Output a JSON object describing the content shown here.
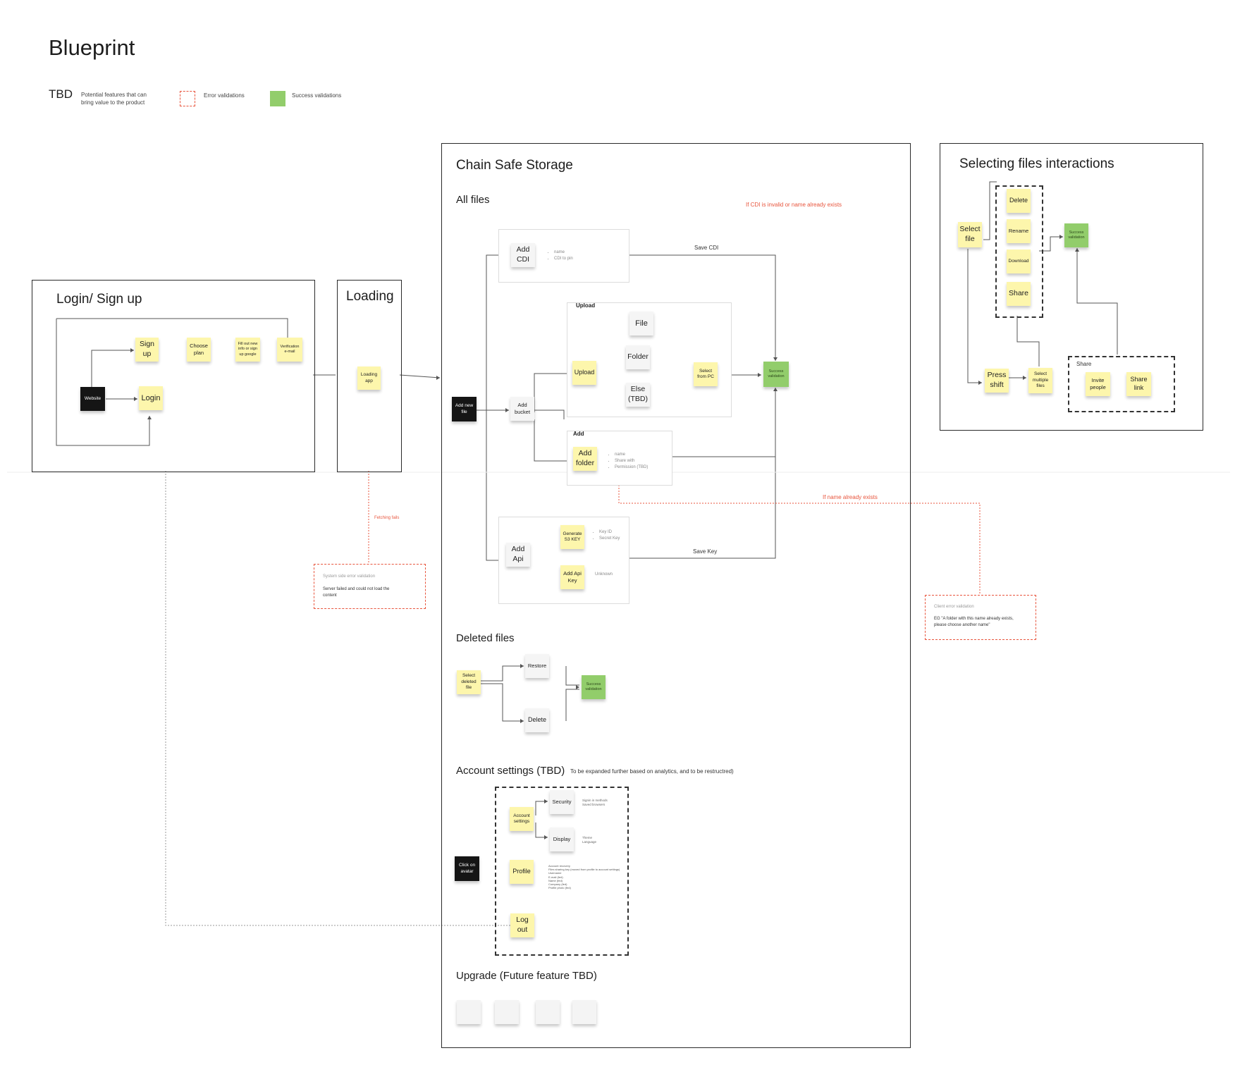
{
  "title": "Blueprint",
  "legend": {
    "tbd_label": "TBD",
    "tbd_desc": "Potential features that can\nbring value to the product",
    "error_label": "Error validations",
    "success_label": "Success validations",
    "colors": {
      "error": "#e8553d",
      "success": "#92cd6b",
      "sticky_yellow": "#fdf6ac",
      "sticky_gray": "#f5f5f5",
      "dark": "#151515"
    }
  },
  "login_frame": {
    "title": "Login/ Sign up",
    "notes": {
      "signup": "Sign up",
      "choose_plan": "Choose plan",
      "fill_info": "Fill out new info or sign up google",
      "verification": "Verification e-mail",
      "website": "Website",
      "login": "Login"
    }
  },
  "loading_frame": {
    "title": "Loading",
    "loading_app": "Loading app",
    "fetching_fails": "Fetching fails",
    "error_title": "System side error validation",
    "error_body": "Server failed and could not load the\ncontent"
  },
  "chainsafe_frame": {
    "title": "Chain Safe Storage",
    "all_files": {
      "title": "All files",
      "cdi_error": "If CDI is invalid or name already exists",
      "add_new_file": "Add new file",
      "add_cdi": "Add CDI",
      "cdi_bullets": [
        "name",
        "CDI to pin"
      ],
      "save_cdi": "Save CDI",
      "upload_group": "Upload",
      "upload": "Upload",
      "file": "File",
      "folder": "Folder",
      "else_tbd": "Else (TBD)",
      "select_from_pc": "Select from PC",
      "success_validation": "Success validation",
      "add_bucket": "Add bucket",
      "add_group": "Add",
      "add_folder": "Add folder",
      "folder_bullets": [
        "name",
        "Share with",
        "Permission (TBD)"
      ],
      "name_exists": "If name already exists",
      "add_api": "Add Api",
      "generate_s3": "Generate S3 KEY",
      "key_bullets": [
        "Key ID",
        "Secret Key"
      ],
      "add_api_key": "Add Api Key",
      "unknown": "Unknown",
      "save_key": "Save Key"
    },
    "deleted_files": {
      "title": "Deleted files",
      "select_deleted": "Select deleted file",
      "restore": "Restore",
      "delete": "Delete",
      "success_validation": "Success validation"
    },
    "account_settings": {
      "title": "Account settings (TBD)",
      "subtitle": "To be expanded further based on analytics, and to be restructred)",
      "click_avatar": "Click on avatar",
      "account_settings": "Account settings",
      "security": "Security",
      "security_desc": "Signin in methods\nSaved browsers",
      "display": "Display",
      "display_desc": "Theme\nLanguage",
      "profile": "Profile",
      "profile_desc": "Account recovery\nFiles sharing key (moved from profile to account settings)\nUsername\nE-mail (fed)\nName (fed)\nCompany (fed)\nProfile photo (fed)",
      "logout": "Log out"
    },
    "upgrade": {
      "title": "Upgrade (Future feature TBD)"
    }
  },
  "selecting_frame": {
    "title": "Selecting files interactions",
    "select_file": "Select file",
    "delete": "Delete",
    "rename": "Rename",
    "download": "Download",
    "share": "Share",
    "success_validation": "Success validation",
    "press_shift": "Press shift",
    "select_multiple": "Select multiple files",
    "share_group": "Share",
    "invite_people": "Invite people",
    "share_link": "Share link"
  },
  "client_error": {
    "title": "Client error validation",
    "body": "EG \"A folder with this name already exists,\nplease choose another name\""
  }
}
